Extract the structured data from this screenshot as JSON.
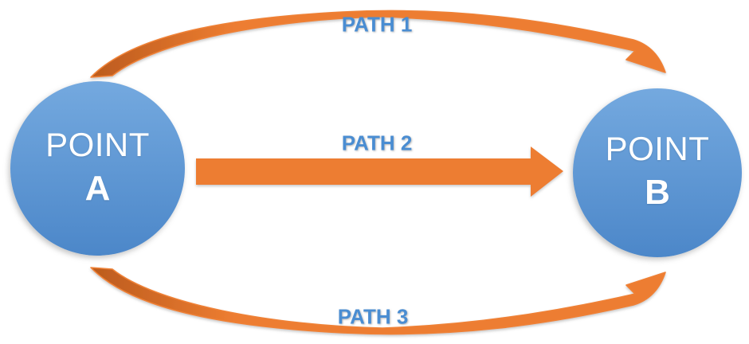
{
  "diagram": {
    "nodes": [
      {
        "line1": "POINT",
        "line2": "A"
      },
      {
        "line1": "POINT",
        "line2": "B"
      }
    ],
    "paths": [
      {
        "label": "PATH 1"
      },
      {
        "label": "PATH 2"
      },
      {
        "label": "PATH 3"
      }
    ],
    "colors": {
      "arrow_orange": "#ED7D31",
      "arrow_dark_orange": "#BA5A1D",
      "arrow_outline": "#EF8136",
      "node_blue_top": "#74A9DF",
      "node_blue_bottom": "#4C87C9",
      "label_blue": "#4A8DD2",
      "node_text": "#FFFFFF",
      "background": "#FFFFFF"
    }
  }
}
